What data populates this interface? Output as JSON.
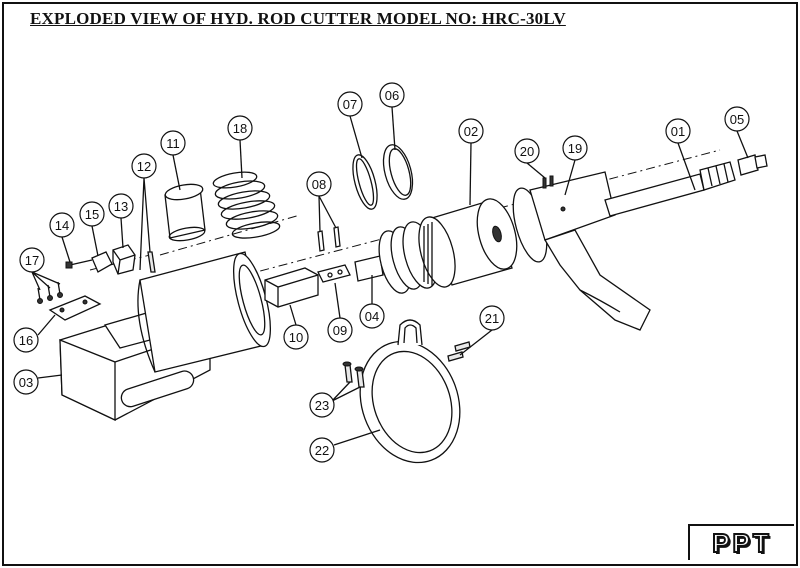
{
  "title": "EXPLODED VIEW OF HYD. ROD CUTTER MODEL NO: HRC-30LV",
  "logo": "PPT",
  "callouts": [
    "01",
    "02",
    "03",
    "04",
    "05",
    "06",
    "07",
    "08",
    "09",
    "10",
    "11",
    "12",
    "13",
    "14",
    "15",
    "16",
    "17",
    "18",
    "19",
    "20",
    "21",
    "22",
    "23"
  ]
}
